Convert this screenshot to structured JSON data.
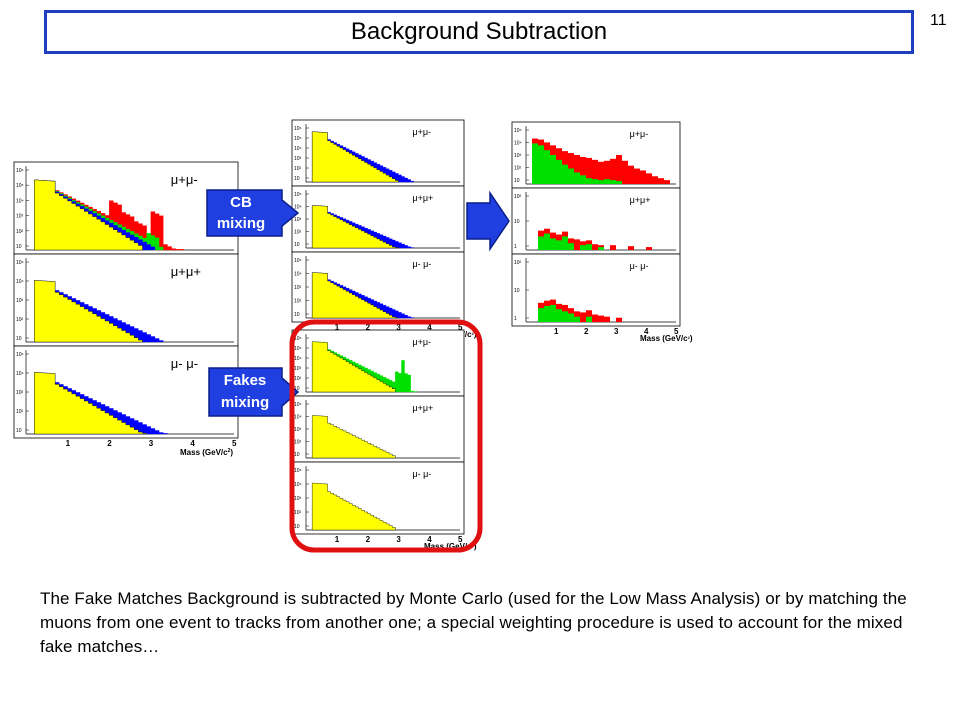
{
  "slide": {
    "title": "Background Subtraction",
    "page_number": "11",
    "body_text": "The Fake Matches Background is subtracted by Monte Carlo (used for the Low Mass Analysis) or by matching the muons from one event to tracks from another one; a special weighting procedure is used to account for the mixed fake matches…"
  },
  "colors": {
    "title_border": "#1f3fbf",
    "yellow": "#ffff00",
    "blue": "#0000ff",
    "green": "#00e000",
    "red": "#ff0000",
    "arrow_blue": "#1f3fe0",
    "highlight_red": "#e01010"
  },
  "labels": {
    "cb_mixing": [
      "CB",
      "mixing"
    ],
    "fakes_mixing": [
      "Fakes",
      "mixing"
    ]
  },
  "chart_data": [
    {
      "id": "left",
      "type": "area",
      "xlabel": "Mass (GeV/c",
      "xlabel_sup": "2",
      "xlabel_close": ")",
      "xticks": [
        "1",
        "2",
        "3",
        "4",
        "5"
      ],
      "xlim": [
        0,
        5
      ],
      "ylog": true,
      "panels": [
        {
          "label": "μ+μ-",
          "yticks": [
            "10⁶",
            "10⁵",
            "10⁴",
            "10³",
            "10²",
            "10"
          ],
          "layers": [
            {
              "color": "red",
              "kind": "expo",
              "peak": 5.0,
              "slope": 1.35,
              "start": 0.2,
              "end": 3.8,
              "bumps": [
                [
                  2.1,
                  1.2
                ],
                [
                  2.4,
                  0.8
                ],
                [
                  2.7,
                  0.6
                ],
                [
                  3.1,
                  1.9
                ]
              ]
            },
            {
              "color": "green",
              "kind": "expo",
              "peak": 5.0,
              "slope": 1.45,
              "start": 0.2,
              "end": 3.3,
              "bumps": [
                [
                  3.0,
                  0.5
                ]
              ]
            },
            {
              "color": "blue",
              "kind": "expo",
              "peak": 5.0,
              "slope": 1.55,
              "start": 0.2,
              "end": 3.1,
              "bumps": []
            },
            {
              "color": "yellow",
              "kind": "expo",
              "peak": 5.0,
              "slope": 1.7,
              "start": 0.2,
              "end": 2.8,
              "bumps": []
            }
          ]
        },
        {
          "label": "μ+μ+",
          "yticks": [
            "10⁵",
            "10⁴",
            "10³",
            "10²",
            "10"
          ],
          "layers": [
            {
              "color": "blue",
              "kind": "expo",
              "peak": 4.4,
              "slope": 1.3,
              "start": 0.2,
              "end": 3.3,
              "bumps": []
            },
            {
              "color": "yellow",
              "kind": "expo",
              "peak": 4.4,
              "slope": 1.55,
              "start": 0.2,
              "end": 2.8,
              "bumps": []
            }
          ]
        },
        {
          "label": "μ- μ-",
          "yticks": [
            "10⁵",
            "10⁴",
            "10³",
            "10²",
            "10"
          ],
          "layers": [
            {
              "color": "blue",
              "kind": "expo",
              "peak": 4.4,
              "slope": 1.3,
              "start": 0.2,
              "end": 3.4,
              "bumps": []
            },
            {
              "color": "yellow",
              "kind": "expo",
              "peak": 4.4,
              "slope": 1.55,
              "start": 0.2,
              "end": 2.9,
              "bumps": []
            }
          ]
        }
      ]
    },
    {
      "id": "middle-cb",
      "type": "area",
      "xlabel": "Mass (GeV/c",
      "xlabel_sup": "2",
      "xlabel_close": ")",
      "xticks": [
        "1",
        "2",
        "3",
        "4",
        "5"
      ],
      "xlim": [
        0,
        5
      ],
      "ylog": true,
      "panels": [
        {
          "label": "μ+μ-",
          "yticks": [
            "10⁶",
            "10⁵",
            "10⁴",
            "10³",
            "10²",
            "10"
          ],
          "layers": [
            {
              "color": "blue",
              "kind": "expo",
              "peak": 5.2,
              "slope": 1.45,
              "start": 0.2,
              "end": 3.5,
              "bumps": []
            },
            {
              "color": "yellow",
              "kind": "expo",
              "peak": 5.2,
              "slope": 1.7,
              "start": 0.2,
              "end": 3.0,
              "bumps": []
            }
          ]
        },
        {
          "label": "μ+μ+",
          "yticks": [
            "10⁵",
            "10⁴",
            "10³",
            "10²",
            "10"
          ],
          "layers": [
            {
              "color": "blue",
              "kind": "expo",
              "peak": 4.4,
              "slope": 1.25,
              "start": 0.2,
              "end": 3.5,
              "bumps": []
            },
            {
              "color": "yellow",
              "kind": "expo",
              "peak": 4.4,
              "slope": 1.5,
              "start": 0.2,
              "end": 3.0,
              "bumps": []
            }
          ]
        },
        {
          "label": "μ- μ-",
          "yticks": [
            "10⁵",
            "10⁴",
            "10³",
            "10²",
            "10"
          ],
          "layers": [
            {
              "color": "blue",
              "kind": "expo",
              "peak": 4.4,
              "slope": 1.25,
              "start": 0.2,
              "end": 3.5,
              "bumps": []
            },
            {
              "color": "yellow",
              "kind": "expo",
              "peak": 4.4,
              "slope": 1.5,
              "start": 0.2,
              "end": 3.0,
              "bumps": []
            }
          ]
        }
      ]
    },
    {
      "id": "middle-fakes",
      "type": "area",
      "xlabel": "Mass (GeV/c",
      "xlabel_sup": "2",
      "xlabel_close": ")",
      "xticks": [
        "1",
        "2",
        "3",
        "4",
        "5"
      ],
      "xlim": [
        0,
        5
      ],
      "ylog": true,
      "panels": [
        {
          "label": "μ+μ-",
          "yticks": [
            "10⁶",
            "10⁵",
            "10⁴",
            "10³",
            "10²",
            "10"
          ],
          "layers": [
            {
              "color": "green",
              "kind": "expo",
              "peak": 5.2,
              "slope": 1.45,
              "start": 0.2,
              "end": 3.6,
              "bumps": [
                [
                  3.0,
                  1.2
                ],
                [
                  3.2,
                  1.5
                ]
              ]
            },
            {
              "color": "yellow",
              "kind": "expo",
              "peak": 5.2,
              "slope": 1.7,
              "start": 0.2,
              "end": 2.9,
              "bumps": []
            }
          ]
        },
        {
          "label": "μ+μ+",
          "yticks": [
            "10⁵",
            "10⁴",
            "10³",
            "10²",
            "10"
          ],
          "layers": [
            {
              "color": "yellow",
              "kind": "expo",
              "peak": 4.4,
              "slope": 1.45,
              "start": 0.2,
              "end": 2.9,
              "bumps": []
            }
          ]
        },
        {
          "label": "μ- μ-",
          "yticks": [
            "10⁵",
            "10⁴",
            "10³",
            "10²",
            "10"
          ],
          "layers": [
            {
              "color": "yellow",
              "kind": "expo",
              "peak": 4.4,
              "slope": 1.45,
              "start": 0.2,
              "end": 2.9,
              "bumps": []
            }
          ]
        }
      ]
    },
    {
      "id": "right",
      "type": "bar",
      "xlabel": "Mass (GeV/c",
      "xlabel_sup": "2",
      "xlabel_close": ")",
      "xticks": [
        "1",
        "2",
        "3",
        "4",
        "5"
      ],
      "xlim": [
        0,
        5
      ],
      "ylog": true,
      "panels": [
        {
          "label": "μ+μ-",
          "yticks": [
            "10⁵",
            "10⁴",
            "10³",
            "10²",
            "10"
          ],
          "bars_red": [
            [
              0.2,
              4.7
            ],
            [
              0.4,
              4.6
            ],
            [
              0.6,
              4.3
            ],
            [
              0.8,
              4.0
            ],
            [
              1.0,
              3.7
            ],
            [
              1.2,
              3.4
            ],
            [
              1.4,
              3.2
            ],
            [
              1.6,
              3.0
            ],
            [
              1.8,
              2.8
            ],
            [
              2.0,
              2.7
            ],
            [
              2.2,
              2.5
            ],
            [
              2.4,
              2.3
            ],
            [
              2.6,
              2.4
            ],
            [
              2.8,
              2.6
            ],
            [
              3.0,
              3.0
            ],
            [
              3.2,
              2.4
            ],
            [
              3.4,
              1.9
            ],
            [
              3.6,
              1.6
            ],
            [
              3.8,
              1.4
            ],
            [
              4.0,
              1.1
            ],
            [
              4.2,
              0.8
            ],
            [
              4.4,
              0.6
            ],
            [
              4.6,
              0.4
            ]
          ],
          "bars_green": [
            [
              0.2,
              4.2
            ],
            [
              0.4,
              4.0
            ],
            [
              0.6,
              3.5
            ],
            [
              0.8,
              3.0
            ],
            [
              1.0,
              2.5
            ],
            [
              1.2,
              2.0
            ],
            [
              1.4,
              1.6
            ],
            [
              1.6,
              1.2
            ],
            [
              1.8,
              0.9
            ],
            [
              2.0,
              0.6
            ],
            [
              2.2,
              0.5
            ],
            [
              2.4,
              0.4
            ],
            [
              2.6,
              0.5
            ],
            [
              2.8,
              0.4
            ],
            [
              3.0,
              0.3
            ]
          ]
        },
        {
          "label": "μ+μ+",
          "yticks": [
            "10²",
            "10",
            "1"
          ],
          "bars_red": [
            [
              0.4,
              2.0
            ],
            [
              0.6,
              2.2
            ],
            [
              0.8,
              1.8
            ],
            [
              1.0,
              1.6
            ],
            [
              1.2,
              1.9
            ],
            [
              1.4,
              1.2
            ],
            [
              1.6,
              1.1
            ],
            [
              1.8,
              0.9
            ],
            [
              2.0,
              1.0
            ],
            [
              2.2,
              0.6
            ],
            [
              2.4,
              0.5
            ],
            [
              2.8,
              0.5
            ],
            [
              3.4,
              0.4
            ],
            [
              4.0,
              0.3
            ]
          ],
          "bars_green": [
            [
              0.4,
              1.4
            ],
            [
              0.6,
              1.7
            ],
            [
              0.8,
              1.2
            ],
            [
              1.0,
              1.0
            ],
            [
              1.2,
              1.4
            ],
            [
              1.4,
              0.7
            ],
            [
              1.8,
              0.5
            ],
            [
              2.0,
              0.6
            ],
            [
              2.4,
              0.3
            ]
          ]
        },
        {
          "label": "μ- μ-",
          "yticks": [
            "10²",
            "10",
            "1"
          ],
          "bars_red": [
            [
              0.4,
              1.8
            ],
            [
              0.6,
              2.0
            ],
            [
              0.8,
              2.1
            ],
            [
              1.0,
              1.7
            ],
            [
              1.2,
              1.6
            ],
            [
              1.4,
              1.3
            ],
            [
              1.6,
              1.0
            ],
            [
              1.8,
              0.9
            ],
            [
              2.0,
              1.1
            ],
            [
              2.2,
              0.7
            ],
            [
              2.4,
              0.6
            ],
            [
              2.6,
              0.5
            ],
            [
              3.0,
              0.4
            ]
          ],
          "bars_green": [
            [
              0.4,
              1.3
            ],
            [
              0.6,
              1.5
            ],
            [
              0.8,
              1.6
            ],
            [
              1.0,
              1.2
            ],
            [
              1.2,
              1.0
            ],
            [
              1.4,
              0.8
            ],
            [
              1.6,
              0.5
            ],
            [
              2.0,
              0.5
            ]
          ]
        }
      ]
    }
  ]
}
